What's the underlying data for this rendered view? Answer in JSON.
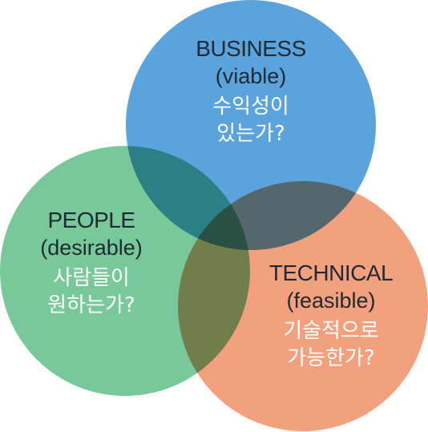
{
  "diagram": {
    "circles": [
      {
        "id": "business",
        "title": "BUSINESS",
        "subtitle": "(viable)",
        "question_lines": [
          "수익성이",
          "있는가?"
        ],
        "color": "#5aa3dc"
      },
      {
        "id": "people",
        "title": "PEOPLE",
        "subtitle": "(desirable)",
        "question_lines": [
          "사람들이",
          "원하는가?"
        ],
        "color": "#78c89a"
      },
      {
        "id": "technical",
        "title": "TECHNICAL",
        "subtitle": "(feasible)",
        "question_lines": [
          "기술적으로",
          "가능한가?"
        ],
        "color": "#f2a07e"
      }
    ]
  }
}
